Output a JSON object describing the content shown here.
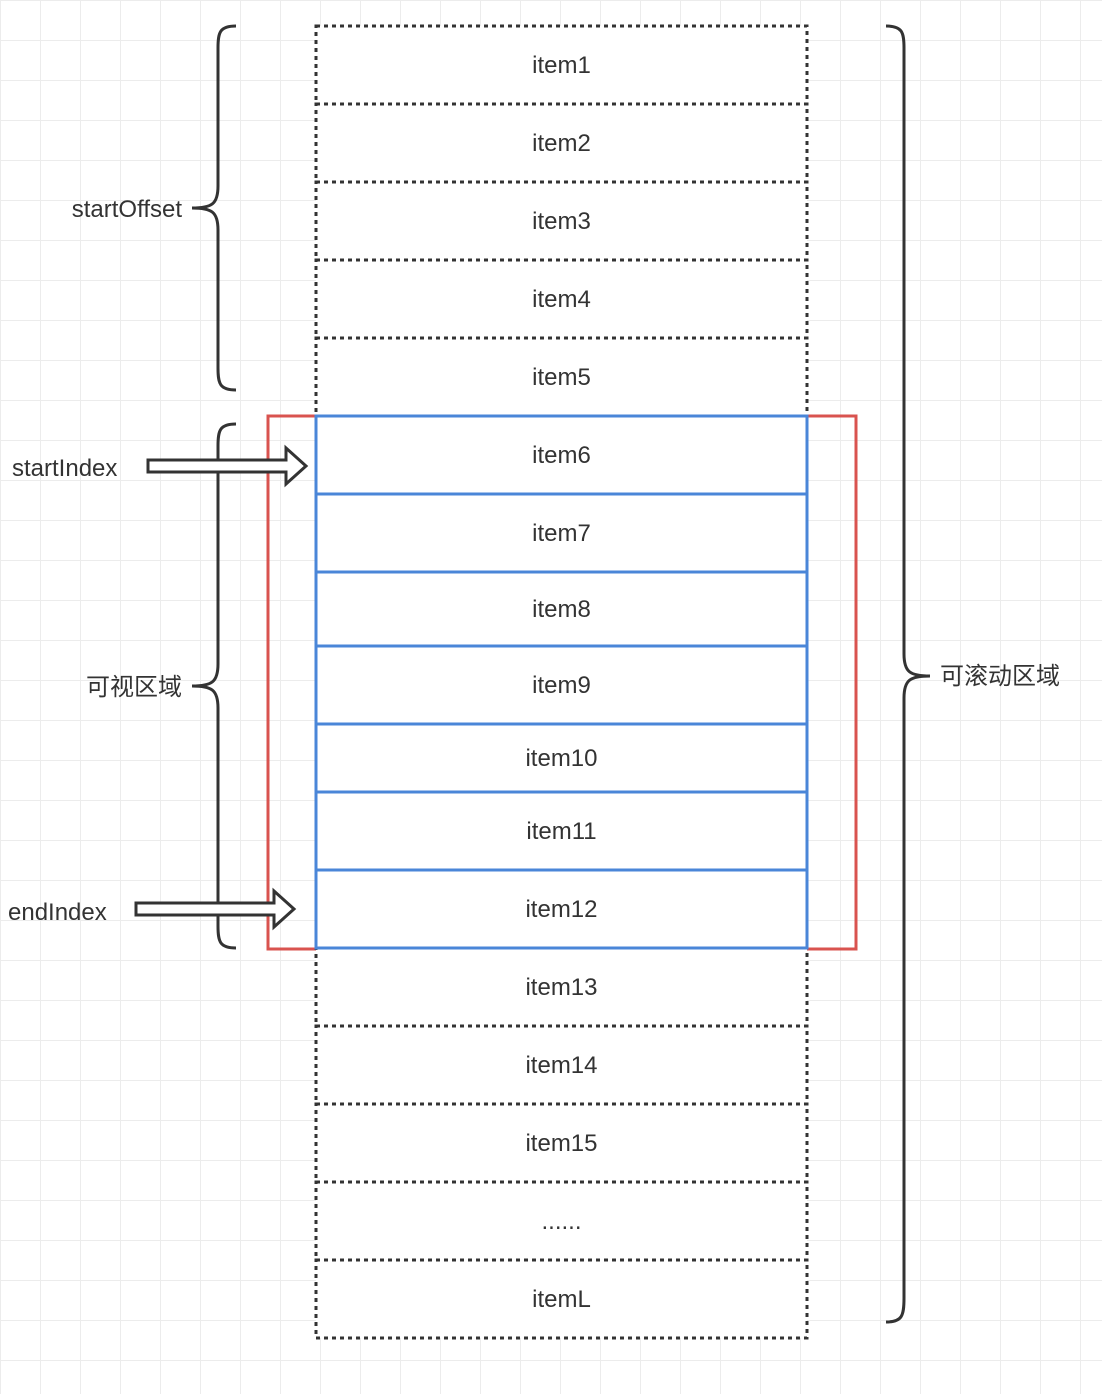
{
  "items": [
    "item1",
    "item2",
    "item3",
    "item4",
    "item5",
    "item6",
    "item7",
    "item8",
    "item9",
    "item10",
    "item11",
    "item12",
    "item13",
    "item14",
    "item15",
    "......",
    "itemL"
  ],
  "visible_range": {
    "first": 6,
    "last": 12
  },
  "labels": {
    "start_offset": "startOffset",
    "start_index": "startIndex",
    "end_index": "endIndex",
    "visible_area": "可视区域",
    "scroll_area": "可滚动区域"
  },
  "colors": {
    "visible_item_border": "#4a86d8",
    "visible_frame": "#d9534f",
    "dotted_border": "#333333",
    "text": "#333333",
    "grid": "#ececec"
  }
}
